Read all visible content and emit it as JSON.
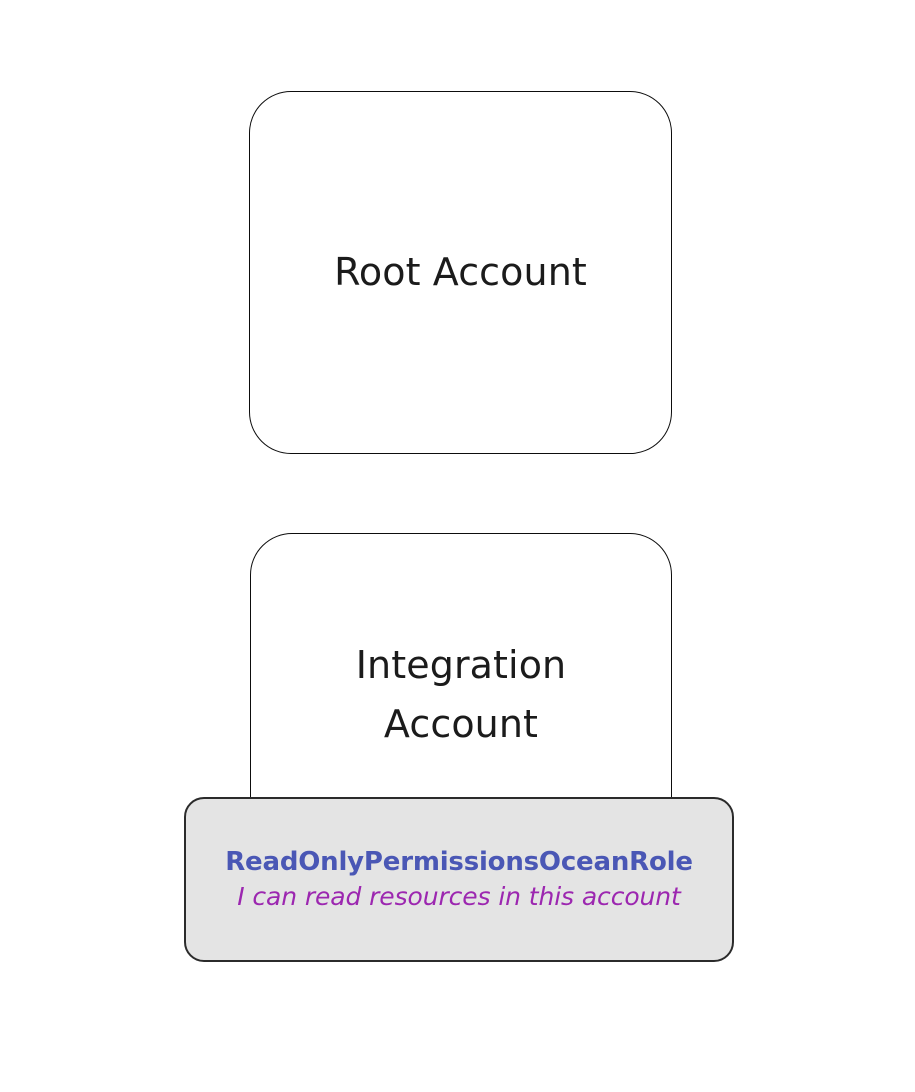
{
  "diagram": {
    "type": "account-hierarchy",
    "background_color": "#ffffff",
    "nodes": [
      {
        "id": "root-account",
        "label": "Root Account",
        "shape": "rounded-rectangle",
        "fill_color": "#ffffff",
        "border_color": "#0d0d0d"
      },
      {
        "id": "integration-account",
        "label": "Integration\nAccount",
        "shape": "rounded-rectangle",
        "fill_color": "#ffffff",
        "border_color": "#0d0d0d"
      }
    ],
    "role": {
      "id": "readonly-permissions-ocean-role",
      "name": "ReadOnlyPermissionsOceanRole",
      "description": "I can read resources in this account",
      "fill_color": "#e4e4e4",
      "border_color": "#2b2b2b",
      "name_color": "#4a57b5",
      "description_color": "#9c27b0"
    }
  }
}
